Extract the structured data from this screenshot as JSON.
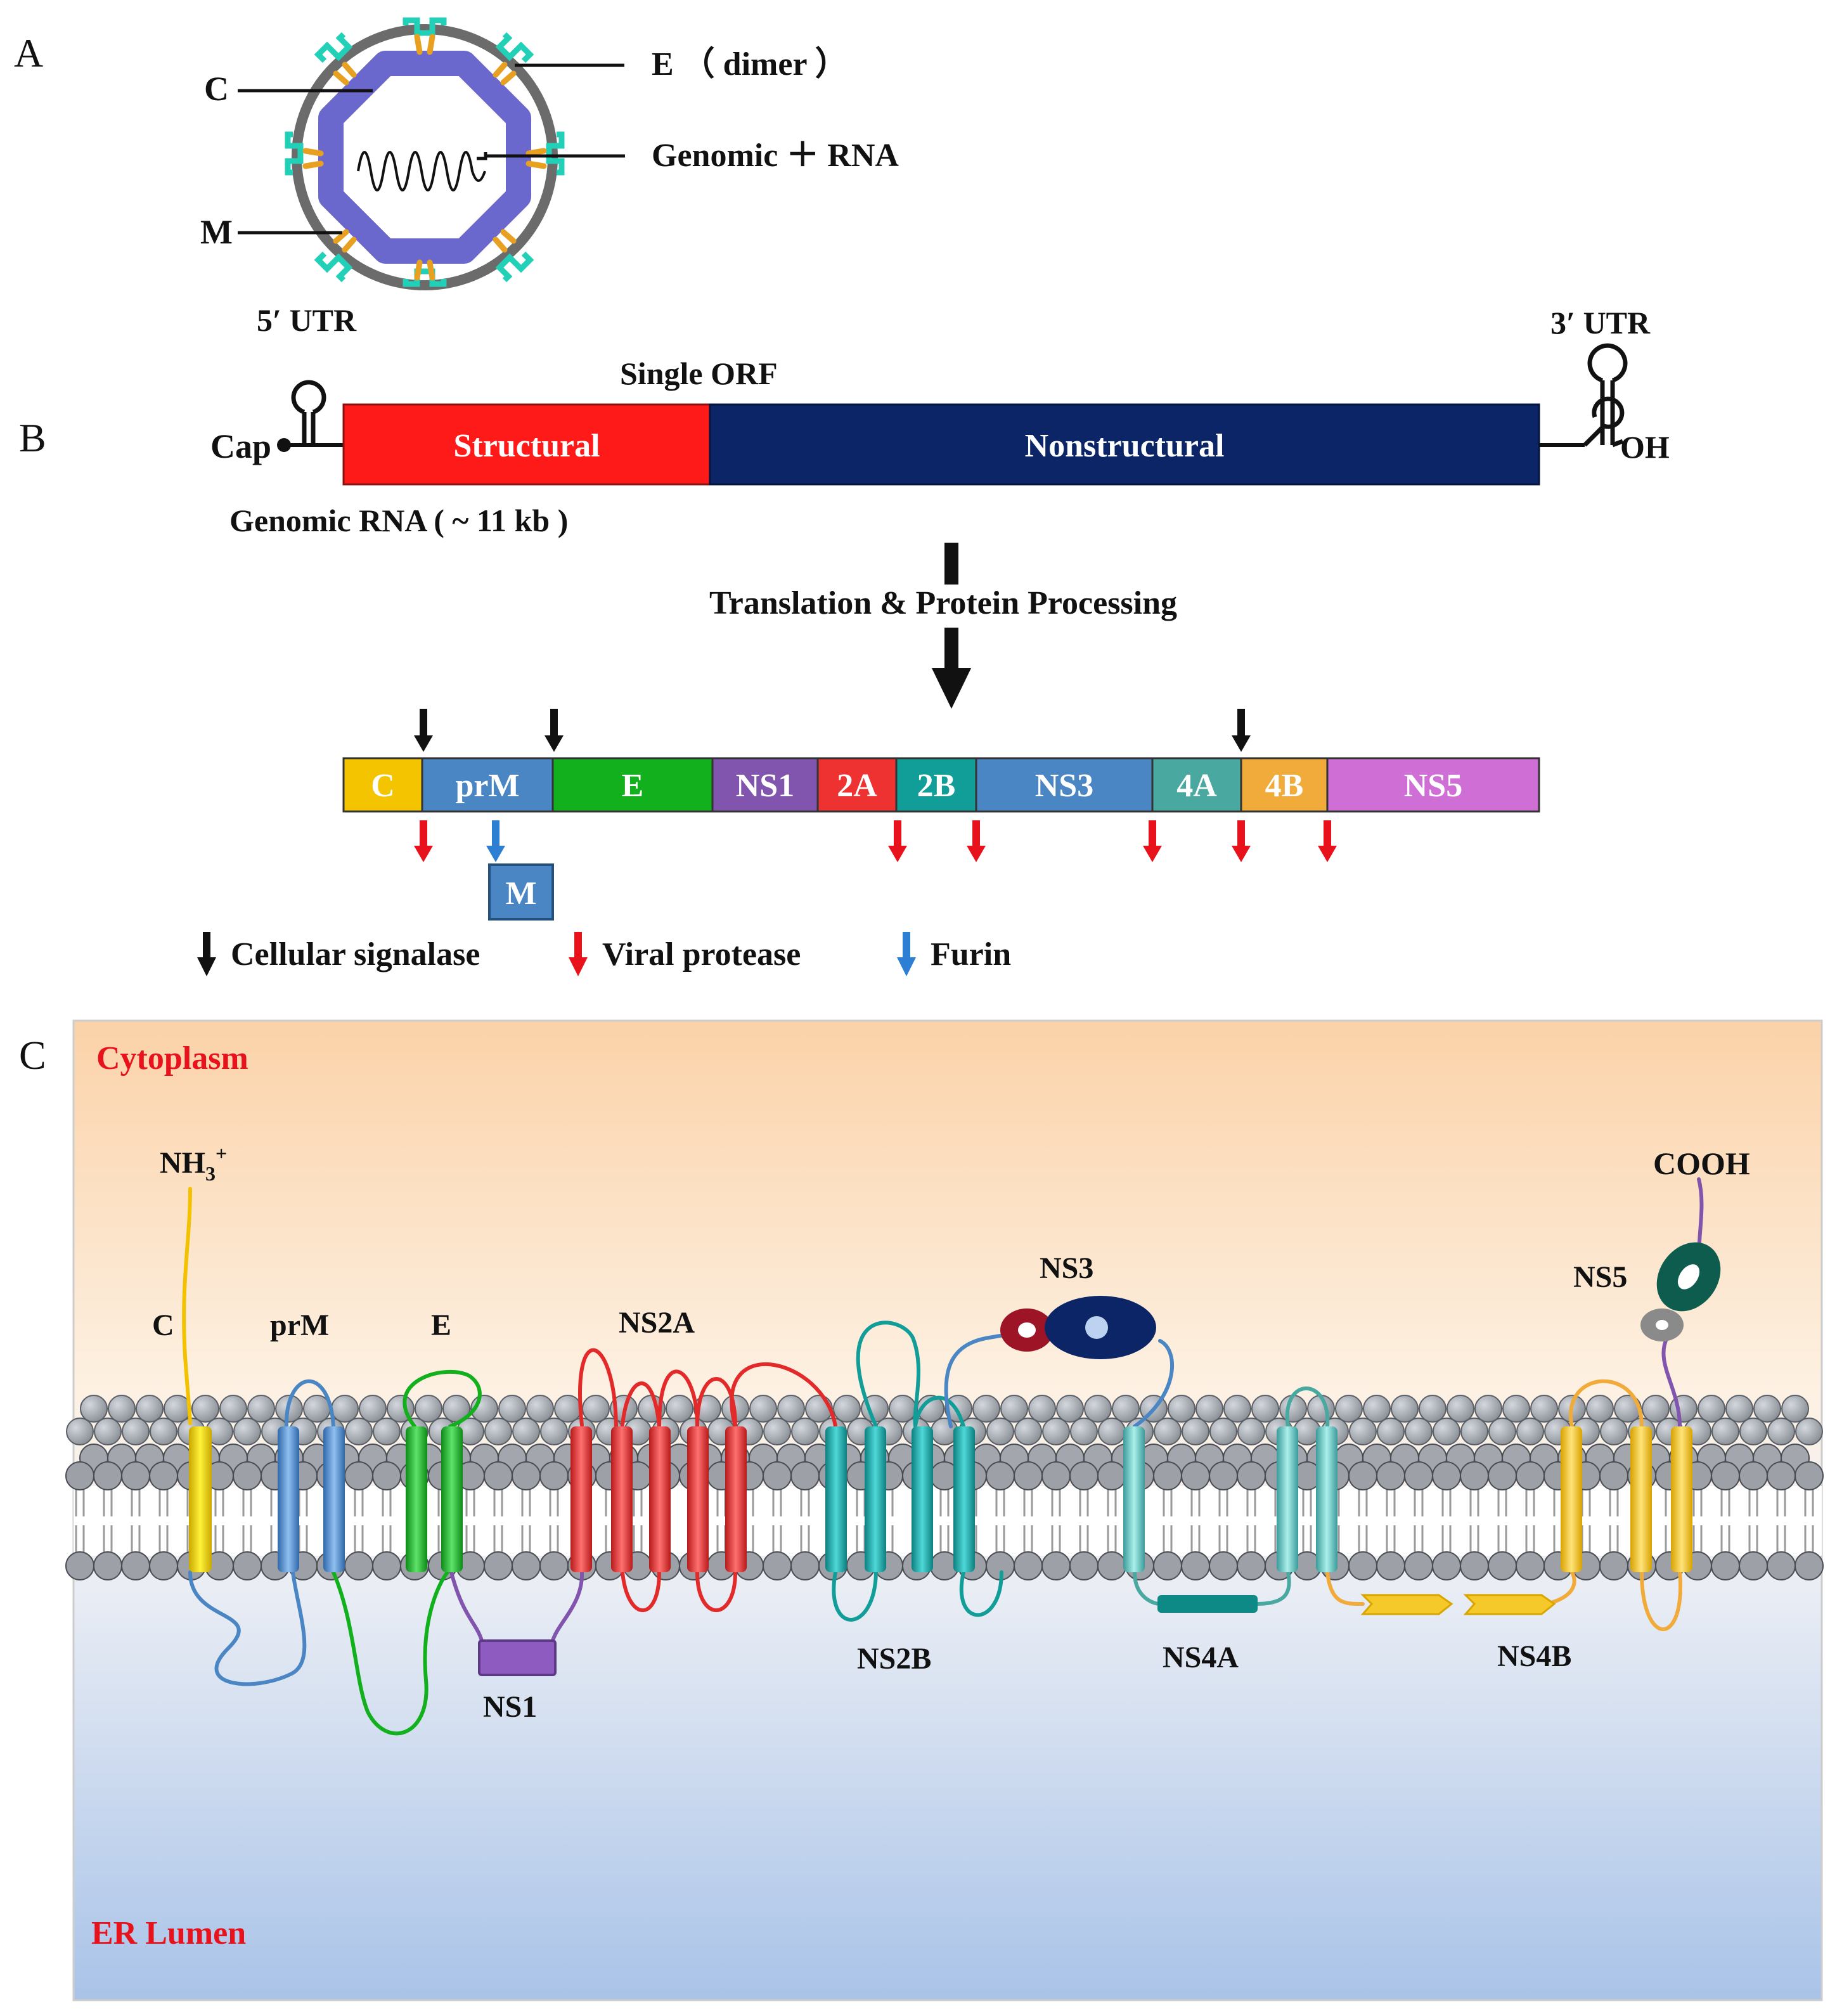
{
  "panels": {
    "a": "A",
    "b": "B",
    "c": "C"
  },
  "virion": {
    "label_c": "C",
    "label_m": "M",
    "label_e": "E （ dimer ）",
    "label_rna": "Genomic ＋ RNA"
  },
  "genome": {
    "utr5": "5′ UTR",
    "utr3": "3′ UTR",
    "orf": "Single ORF",
    "cap": "Cap",
    "oh": "OH",
    "structural": "Structural",
    "nonstructural": "Nonstructural",
    "genomic_rna": "Genomic RNA ( ~ 11 kb )",
    "process": "Translation & Protein Processing"
  },
  "polyprotein": [
    {
      "label": "C",
      "color": "#f5c400"
    },
    {
      "label": "prM",
      "color": "#4a86c4"
    },
    {
      "label": "E",
      "color": "#12b01c"
    },
    {
      "label": "NS1",
      "color": "#8155ad"
    },
    {
      "label": "2A",
      "color": "#ee3131"
    },
    {
      "label": "2B",
      "color": "#119e99"
    },
    {
      "label": "NS3",
      "color": "#4a86c4"
    },
    {
      "label": "4A",
      "color": "#49a8a0"
    },
    {
      "label": "4B",
      "color": "#f0ab3a"
    },
    {
      "label": "NS5",
      "color": "#cf6fd6"
    }
  ],
  "m_box": "M",
  "legend": {
    "signalase": "Cellular signalase",
    "protease": "Viral protease",
    "furin": "Furin"
  },
  "colors": {
    "signalase": "#111111",
    "protease": "#e8121c",
    "furin": "#2d7fd3",
    "structural": "#ff1a1a",
    "nonstructural": "#0b2566"
  },
  "membrane": {
    "cytoplasm": "Cytoplasm",
    "er_lumen": "ER Lumen",
    "nh3": "NH",
    "nh3_sub": "3",
    "nh3_sup": "+",
    "cooh": "COOH",
    "proteins": {
      "c": "C",
      "prm": "prM",
      "e": "E",
      "ns1": "NS1",
      "ns2a": "NS2A",
      "ns2b": "NS2B",
      "ns3": "NS3",
      "ns4a": "NS4A",
      "ns4b": "NS4B",
      "ns5": "NS5"
    }
  }
}
